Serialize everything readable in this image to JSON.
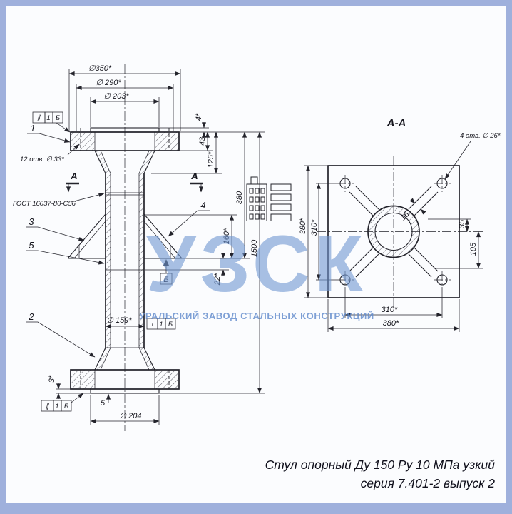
{
  "page": {
    "frame_color": "#9fb0dc",
    "paper_color": "#fbfcfe"
  },
  "watermark": {
    "name": "УЗСК",
    "subtitle": "УРАЛЬСКИЙ ЗАВОД СТАЛЬНЫХ КОНСТРУКЦИЙ"
  },
  "caption": {
    "line1": "Стул опорный Ду 150 Ру 10 МПа узкий",
    "line2": "серия 7.401-2 выпуск 2"
  },
  "main_view": {
    "dim_dia_350": "∅350*",
    "dim_dia_290": "∅ 290*",
    "dim_dia_203": "∅ 203*",
    "dim_dia_159": "∅ 159*",
    "dim_dia_204": "∅ 204",
    "note_holes": "12 отв. ∅ 33*",
    "note_gost": "ГОСТ 16037-80-С56",
    "dim_4": "4*",
    "dim_43": "43",
    "dim_125": "125*",
    "dim_160": "160*",
    "dim_380": "380",
    "dim_22": "22*",
    "dim_1500": "1500",
    "dim_3": "3*",
    "dim_5": "5",
    "pos_1": "1",
    "pos_2": "2",
    "pos_3": "3",
    "pos_4": "4",
    "pos_5": "5",
    "section_letter_left": "А",
    "section_letter_right": "А",
    "datum_flag": "Б",
    "fcf_top": {
      "symbol": "∥",
      "value": "1",
      "datum": "Б"
    },
    "fcf_mid": {
      "symbol": "⊥",
      "value": "1",
      "datum": "Б"
    },
    "fcf_bottom": {
      "symbol": "∥",
      "value": "1",
      "datum": "Б"
    }
  },
  "section_view": {
    "title": "А-А",
    "note_holes": "4 отв. ∅ 26*",
    "dim_380_left": "380*",
    "dim_310_left": "310*",
    "dim_310_bottom": "310*",
    "dim_380_bottom": "380*",
    "dim_35": "35",
    "dim_105": "105",
    "dim_16": "16"
  }
}
